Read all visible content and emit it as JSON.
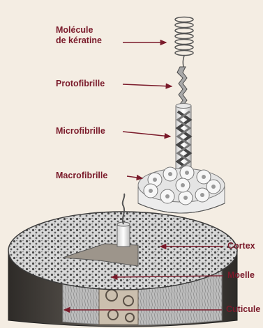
{
  "labels": {
    "molecule_line1": "Molécule",
    "molecule_line2": "de kératine",
    "protofibrille": "Protofibrille",
    "microfibrille": "Microfibrille",
    "macrofibrille": "Macrofibrille",
    "cortex": "Cortex",
    "moelle": "Moelle",
    "cuticule": "Cuticule"
  },
  "colors": {
    "background": "#f4ede3",
    "label_text": "#7a1a2a",
    "arrow": "#7a1a2a",
    "strand": "#555555",
    "tube": "#f2f2f2",
    "cuticle": "#3d3935"
  }
}
